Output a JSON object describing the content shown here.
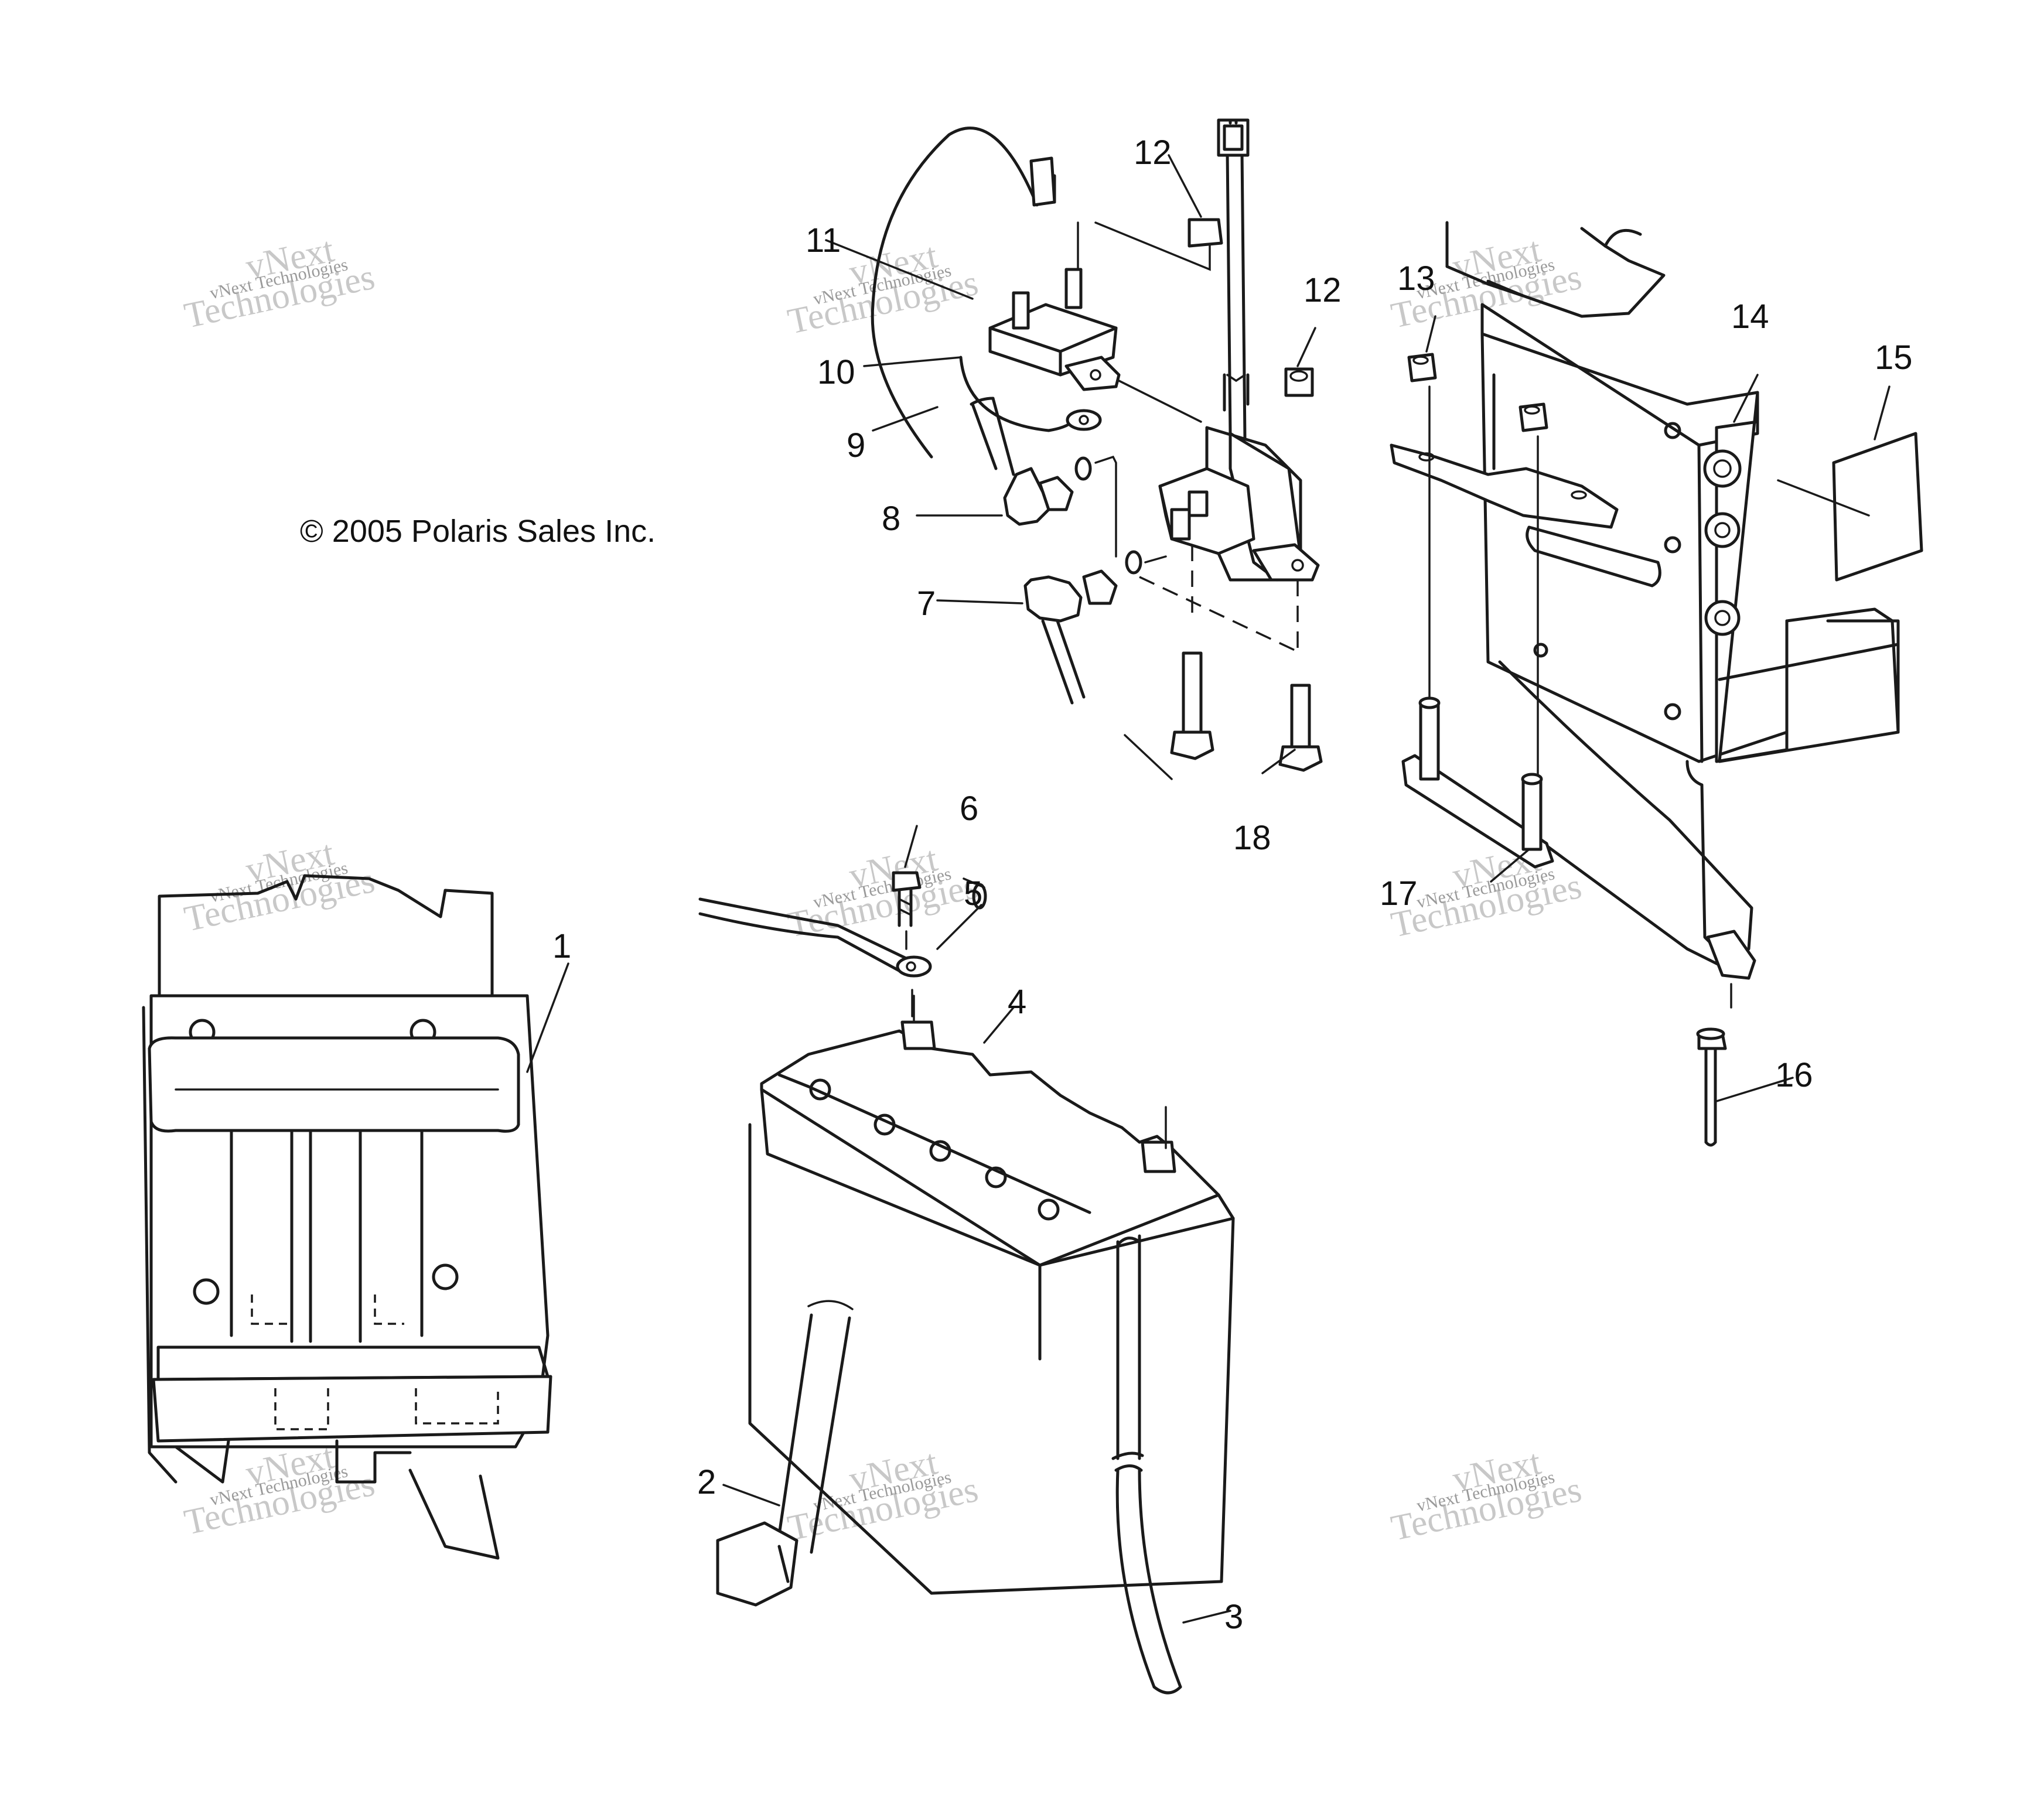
{
  "copyright": "© 2005 Polaris Sales Inc.",
  "watermark": {
    "line1": "vNext",
    "line2": "Technologies",
    "small": "vNext Technologies"
  },
  "callouts": [
    "1",
    "2",
    "3",
    "4",
    "5",
    "6",
    "7",
    "8",
    "9",
    "10",
    "11",
    "12",
    "12",
    "13",
    "14",
    "15",
    "16",
    "17",
    "18"
  ],
  "colors": {
    "ink": "#1a1a1a",
    "watermark": "#c8c8c8"
  }
}
